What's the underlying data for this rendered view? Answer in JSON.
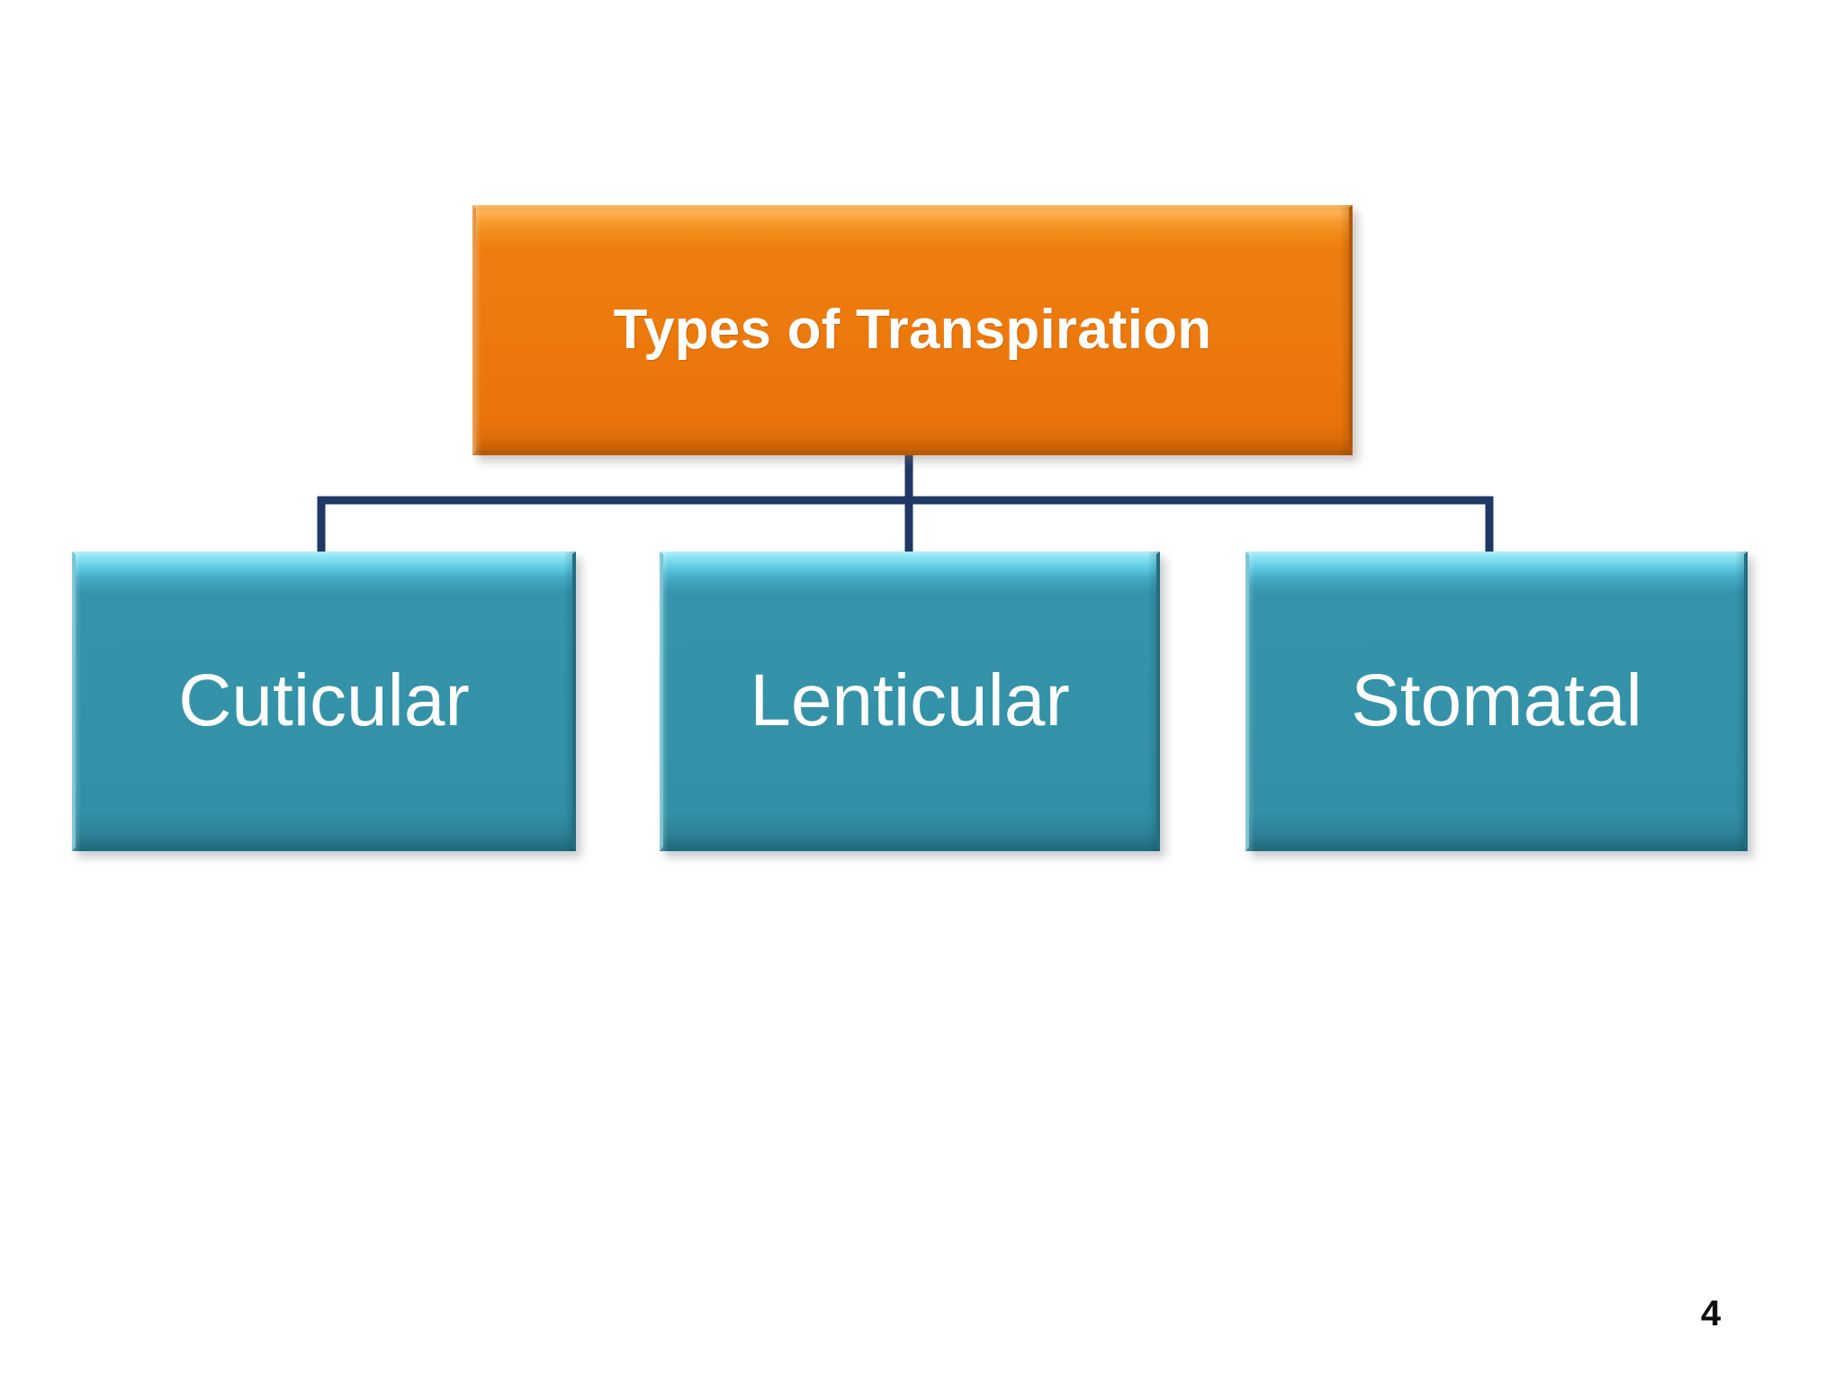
{
  "slide": {
    "background_color": "#FFFFFF",
    "page_number": "4"
  },
  "diagram": {
    "type": "organization-chart",
    "root": {
      "label": "Types of Transpiration",
      "fill_color": "#EE7D0E",
      "text_color": "#FFFFFF",
      "bold": true
    },
    "connector": {
      "color": "#1F3864",
      "style": "elbow"
    },
    "children": [
      {
        "label": "Cuticular",
        "fill_color": "#3594AB",
        "text_color": "#FFFFFF"
      },
      {
        "label": "Lenticular",
        "fill_color": "#3594AB",
        "text_color": "#FFFFFF"
      },
      {
        "label": "Stomatal",
        "fill_color": "#3594AB",
        "text_color": "#FFFFFF"
      }
    ]
  }
}
